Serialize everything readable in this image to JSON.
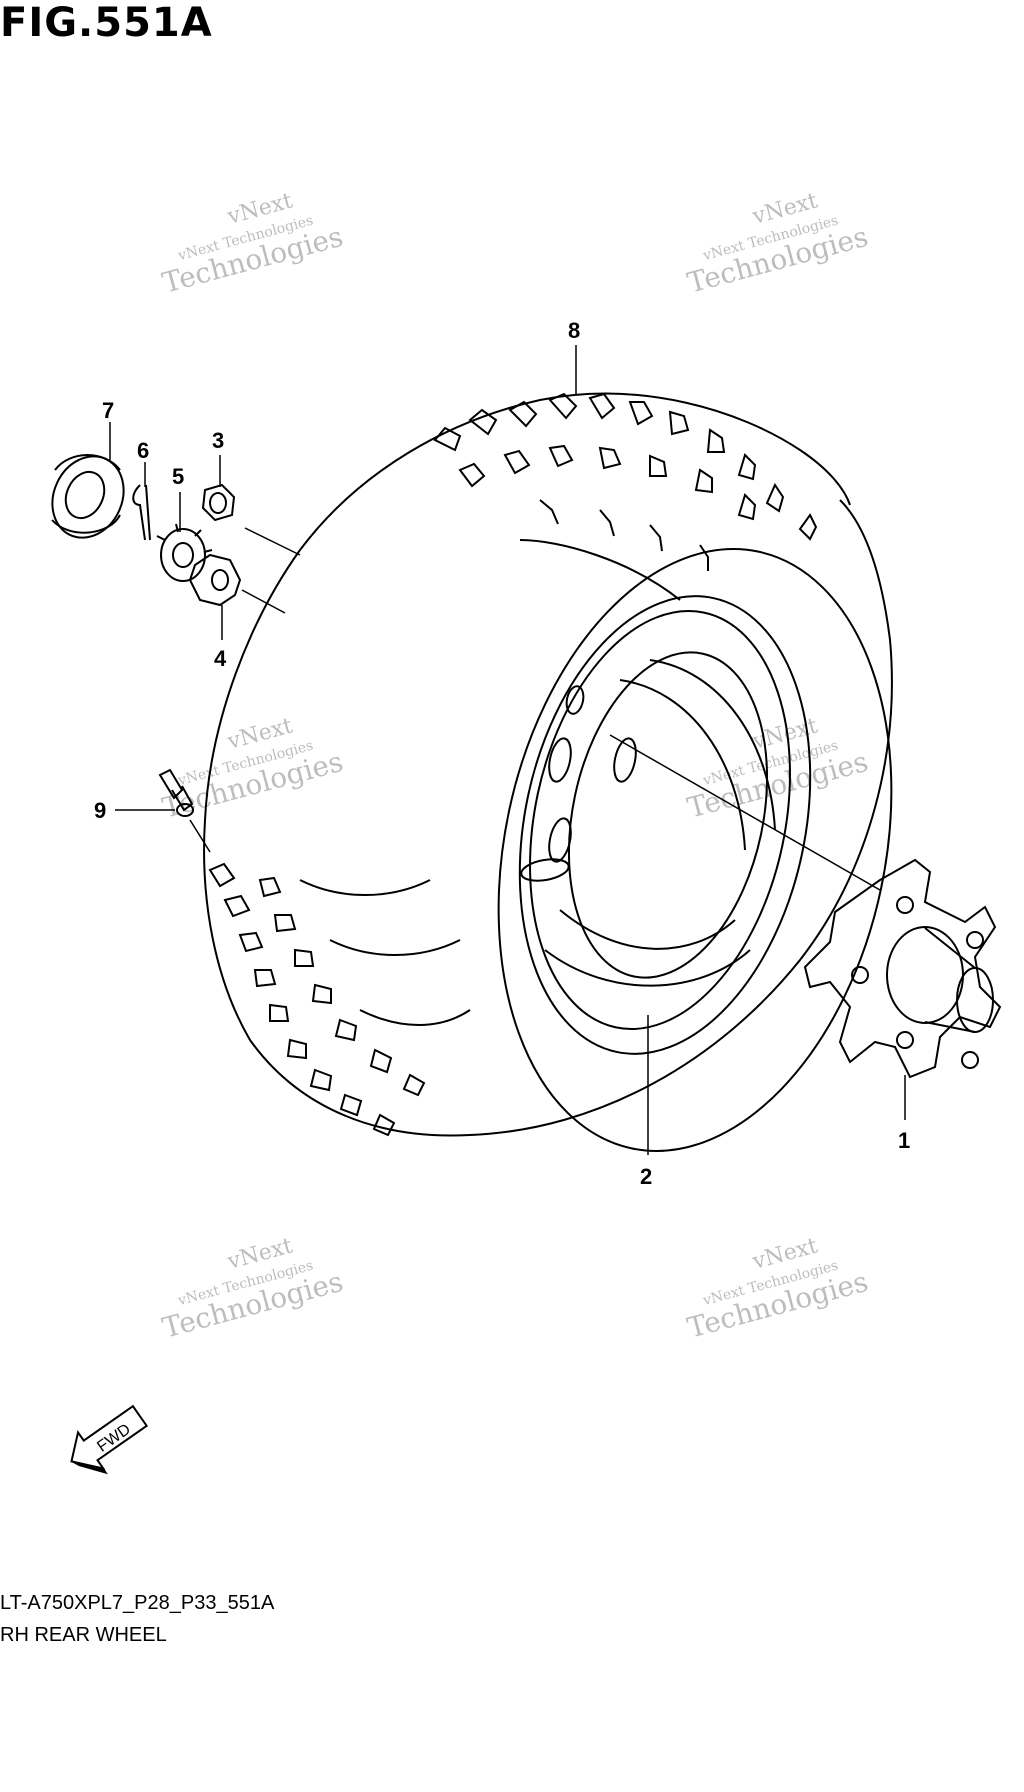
{
  "figure": {
    "title": "FIG.551A",
    "drawing_code": "LT-A750XPL7_P28_P33_551A",
    "drawing_name": "RH REAR WHEEL"
  },
  "watermark": {
    "line1": "vNext",
    "line2": "vNext Technologies",
    "line3": "Technologies"
  },
  "direction_arrow": {
    "label": "FWD"
  },
  "callouts": [
    {
      "id": "1",
      "label": "1"
    },
    {
      "id": "2",
      "label": "2"
    },
    {
      "id": "3",
      "label": "3"
    },
    {
      "id": "4",
      "label": "4"
    },
    {
      "id": "5",
      "label": "5"
    },
    {
      "id": "6",
      "label": "6"
    },
    {
      "id": "7",
      "label": "7"
    },
    {
      "id": "8",
      "label": "8"
    },
    {
      "id": "9",
      "label": "9"
    }
  ]
}
